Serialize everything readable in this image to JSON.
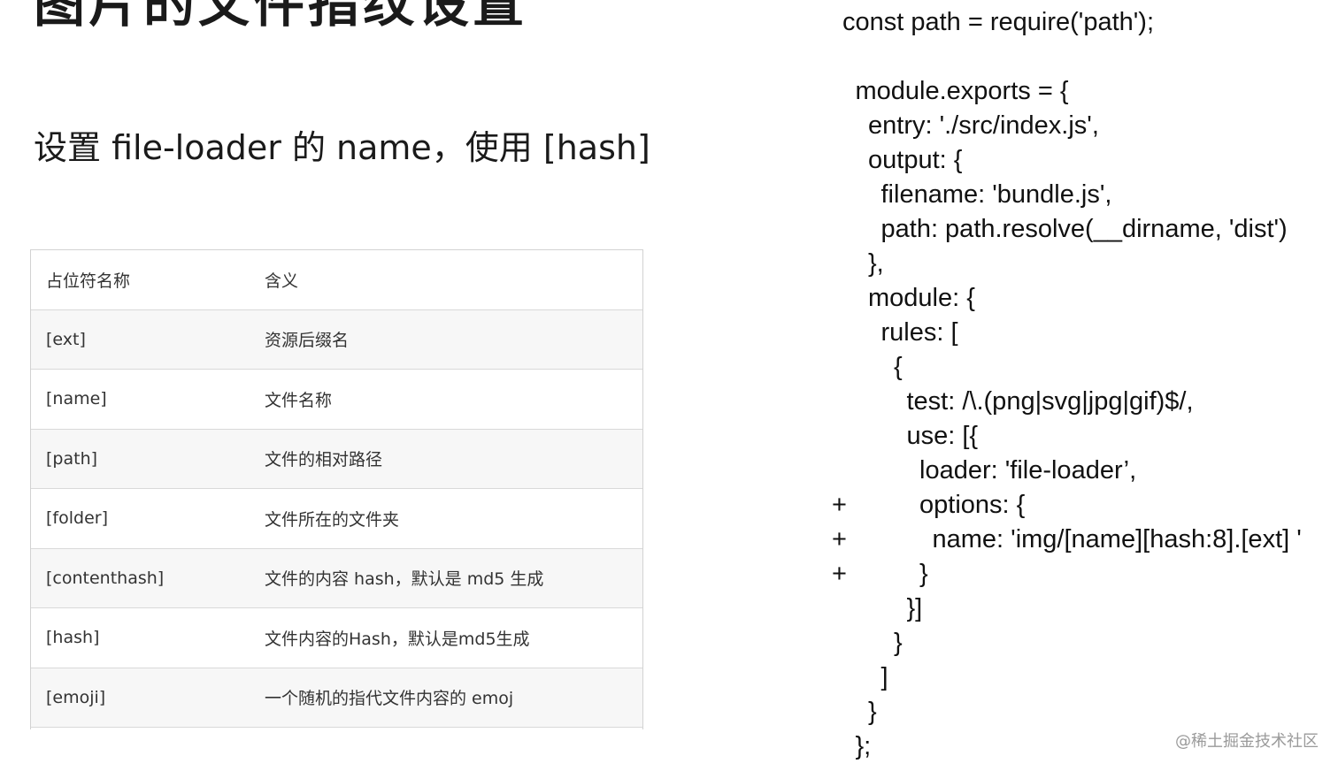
{
  "title": "图片的文件指纹设置",
  "subtitle": "设置 file-loader 的 name，使用 [hash]",
  "table": {
    "headers": [
      "占位符名称",
      "含义"
    ],
    "rows": [
      [
        "[ext]",
        "资源后缀名"
      ],
      [
        "[name]",
        "文件名称"
      ],
      [
        "[path]",
        "文件的相对路径"
      ],
      [
        "[folder]",
        "文件所在的文件夹"
      ],
      [
        "[contenthash]",
        "文件的内容 hash，默认是 md5 生成"
      ],
      [
        "[hash]",
        "文件内容的Hash，默认是md5生成"
      ],
      [
        "[emoji]",
        "一个随机的指代文件内容的 emoj"
      ]
    ]
  },
  "code": [
    {
      "mark": "",
      "indent": 0,
      "text": "const path = require('path');"
    },
    {
      "mark": "",
      "indent": 0,
      "text": ""
    },
    {
      "mark": "",
      "indent": 1,
      "text": "module.exports = {"
    },
    {
      "mark": "",
      "indent": 2,
      "text": "entry: './src/index.js',"
    },
    {
      "mark": "",
      "indent": 2,
      "text": "output: {"
    },
    {
      "mark": "",
      "indent": 3,
      "text": "filename: 'bundle.js',"
    },
    {
      "mark": "",
      "indent": 3,
      "text": "path: path.resolve(__dirname, 'dist')"
    },
    {
      "mark": "",
      "indent": 2,
      "text": "},"
    },
    {
      "mark": "",
      "indent": 2,
      "text": "module: {"
    },
    {
      "mark": "",
      "indent": 3,
      "text": "rules: ["
    },
    {
      "mark": "",
      "indent": 4,
      "text": "{"
    },
    {
      "mark": "",
      "indent": 5,
      "text": "test: /\\.(png|svg|jpg|gif)$/,"
    },
    {
      "mark": "",
      "indent": 5,
      "text": "use: [{"
    },
    {
      "mark": "",
      "indent": 6,
      "text": "loader: 'file-loader’,"
    },
    {
      "mark": "+",
      "indent": 6,
      "text": "options: {"
    },
    {
      "mark": "+",
      "indent": 7,
      "text": "name: 'img/[name][hash:8].[ext] '"
    },
    {
      "mark": "+",
      "indent": 6,
      "text": "}"
    },
    {
      "mark": "",
      "indent": 5,
      "text": "}]"
    },
    {
      "mark": "",
      "indent": 4,
      "text": "}"
    },
    {
      "mark": "",
      "indent": 3,
      "text": "]"
    },
    {
      "mark": "",
      "indent": 2,
      "text": "}"
    },
    {
      "mark": "",
      "indent": 1,
      "text": "};"
    }
  ],
  "watermark": "@稀土掘金技术社区"
}
